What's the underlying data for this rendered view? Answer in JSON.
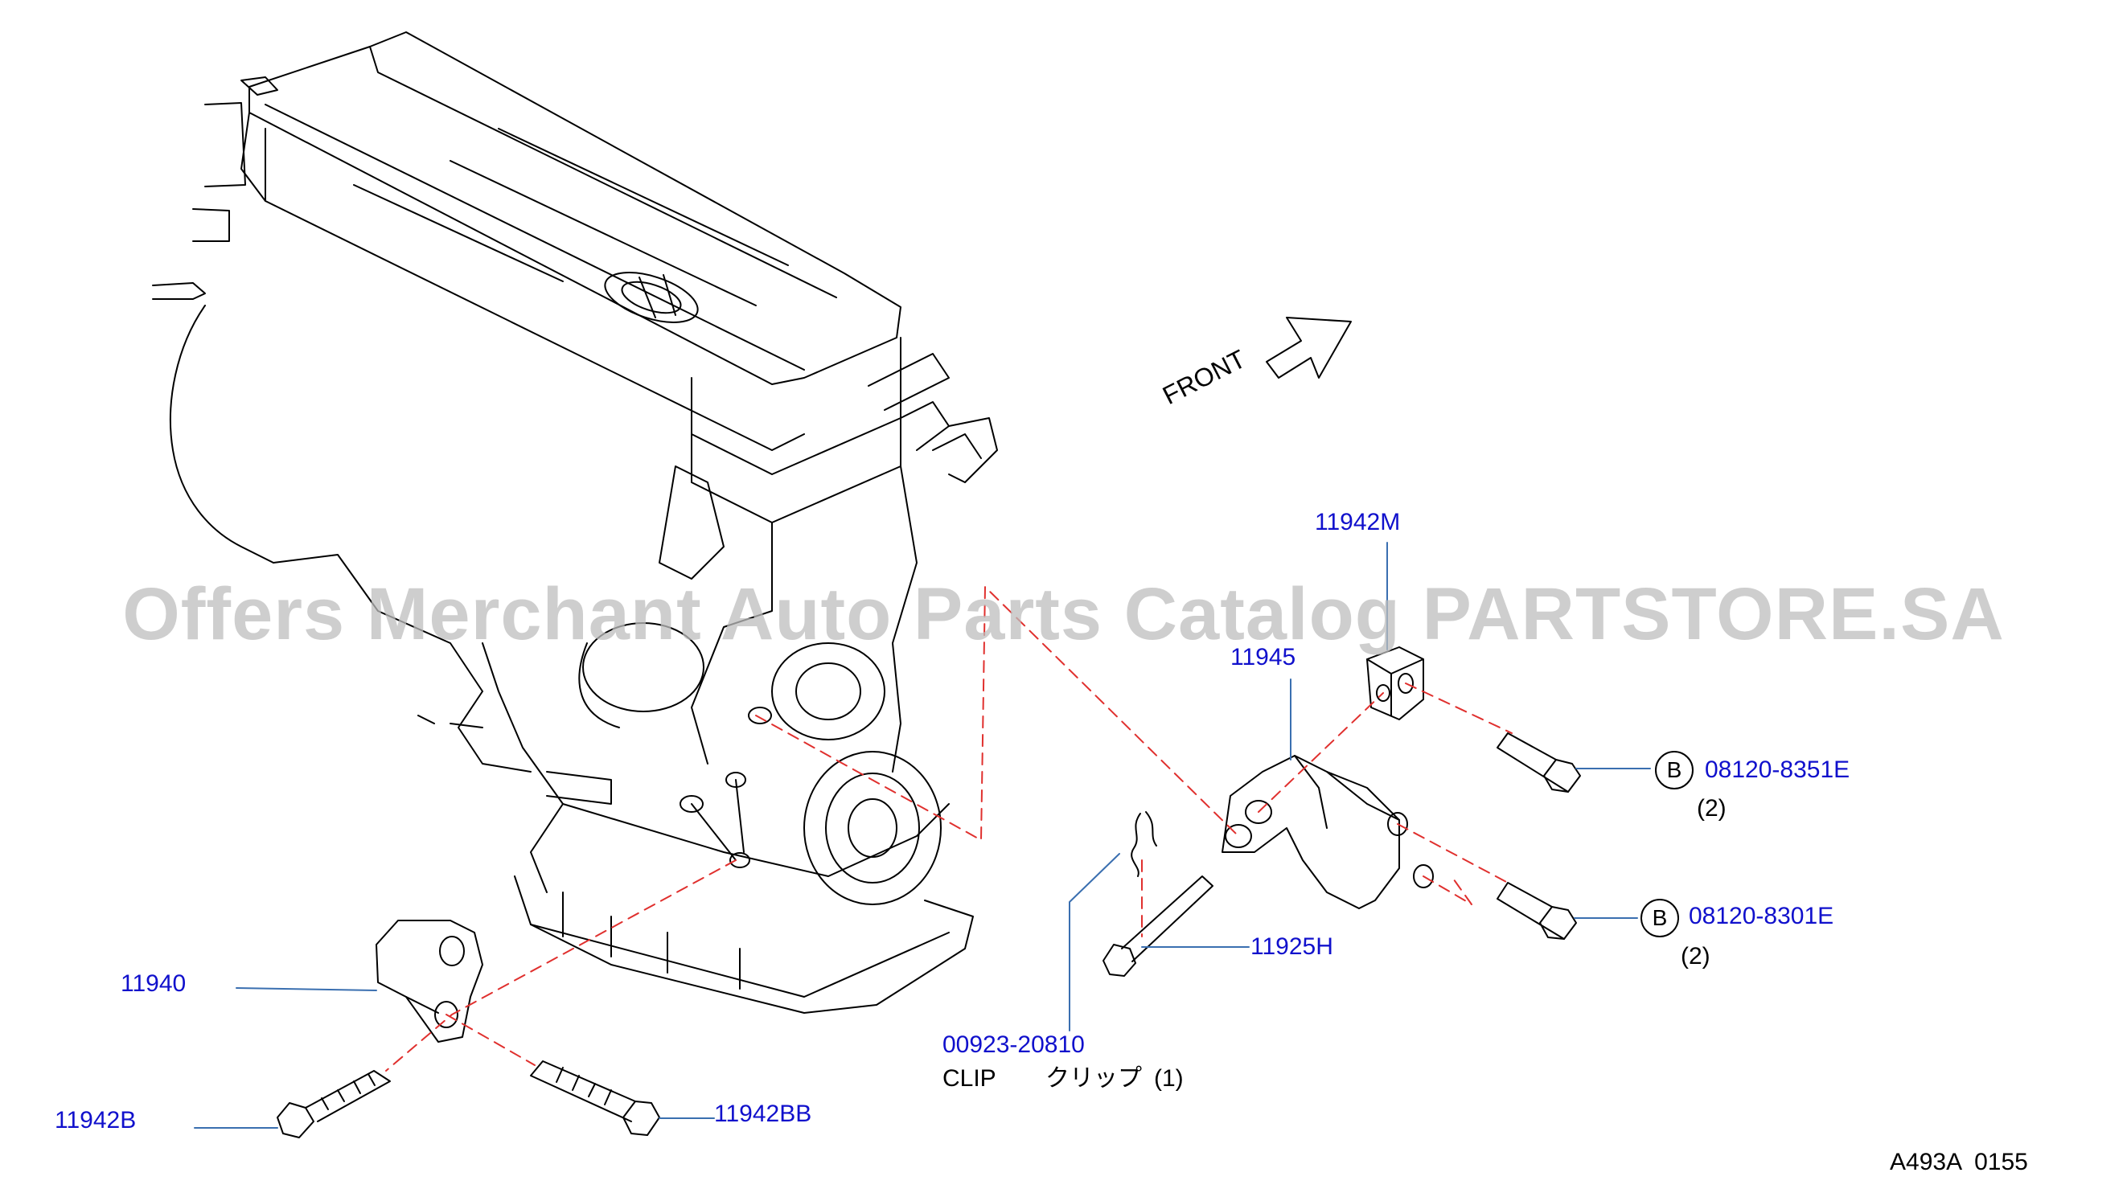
{
  "colors": {
    "part_number": "#1010cc",
    "leader": "#3a6fb0",
    "dashed": "#e0302e",
    "line": "#000000",
    "watermark": "#bebebe"
  },
  "watermark": "Offers Merchant Auto Parts Catalog PARTSTORE.SA",
  "front_label": "FRONT",
  "callouts": [
    {
      "id": "11942M",
      "label": "11942M"
    },
    {
      "id": "11945",
      "label": "11945"
    },
    {
      "id": "08120-8351E",
      "label": "08120-8351E",
      "badge": "B",
      "qty": "(2)"
    },
    {
      "id": "08120-8301E",
      "label": "08120-8301E",
      "badge": "B",
      "qty": "(2)"
    },
    {
      "id": "11925H",
      "label": "11925H"
    },
    {
      "id": "00923-20810",
      "label": "00923-20810",
      "desc": "CLIP",
      "desc_jp": "クリップ",
      "qty": "(1)"
    },
    {
      "id": "11940",
      "label": "11940"
    },
    {
      "id": "11942B",
      "label": "11942B"
    },
    {
      "id": "11942BB",
      "label": "11942BB"
    }
  ],
  "diagram_code": "A493A  0155"
}
